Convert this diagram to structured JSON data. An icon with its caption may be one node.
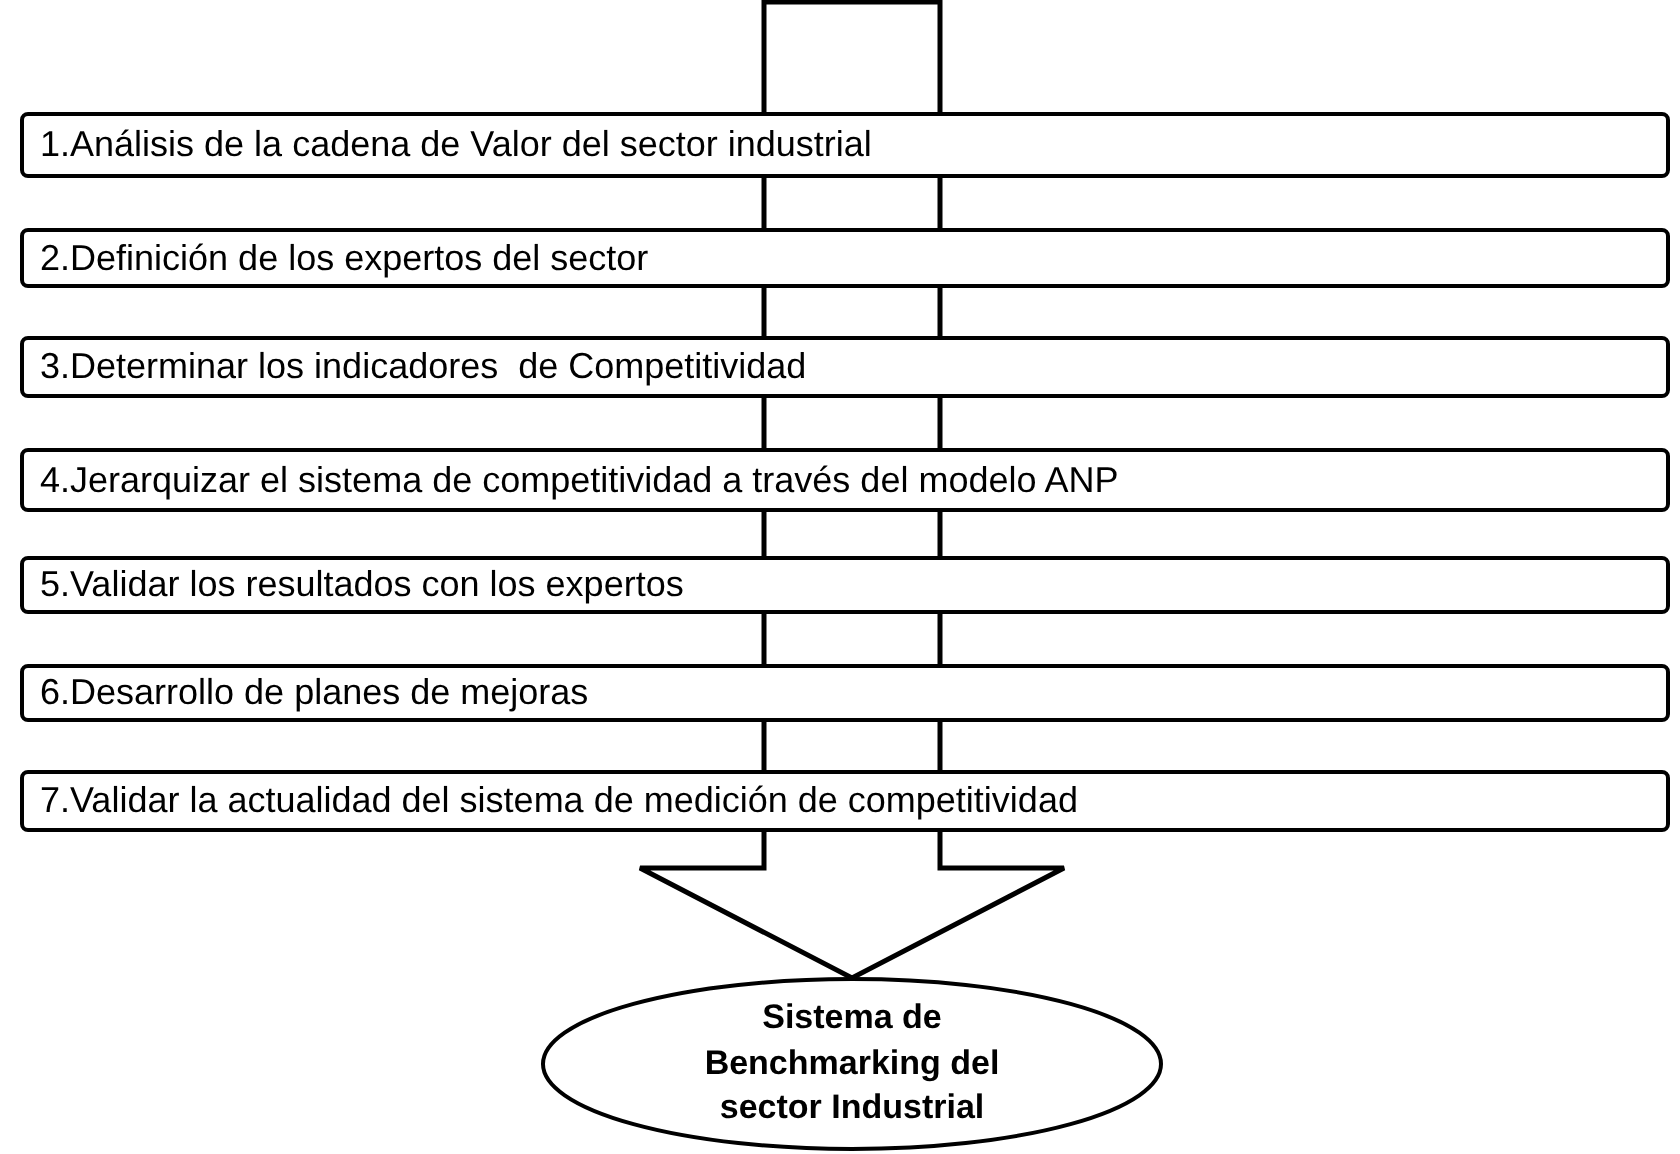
{
  "diagram": {
    "nodes": [
      {
        "text": [
          "1.Análisis de la cadena de Valor del sector industrial"
        ]
      },
      {
        "text": [
          "2.Definición de los expertos del sector"
        ]
      },
      {
        "text": [
          "3.Determinar los indicadores  de Competitividad"
        ]
      },
      {
        "text": [
          "4.Jerarquizar el sistema de competitividad a través del modelo ANP"
        ]
      },
      {
        "text": [
          "5.Validar los resultados con los expertos"
        ]
      },
      {
        "text": [
          "6.Desarrollo de planes de mejoras"
        ]
      },
      {
        "text": [
          "7.Validar la actualidad del sistema de medición de competitividad"
        ]
      },
      {
        "text": [
          "Sistema de Benchmarking del sector Industrial"
        ]
      }
    ],
    "edges": [
      {
        "from": null,
        "to": 7,
        "arrow": "to"
      }
    ]
  }
}
